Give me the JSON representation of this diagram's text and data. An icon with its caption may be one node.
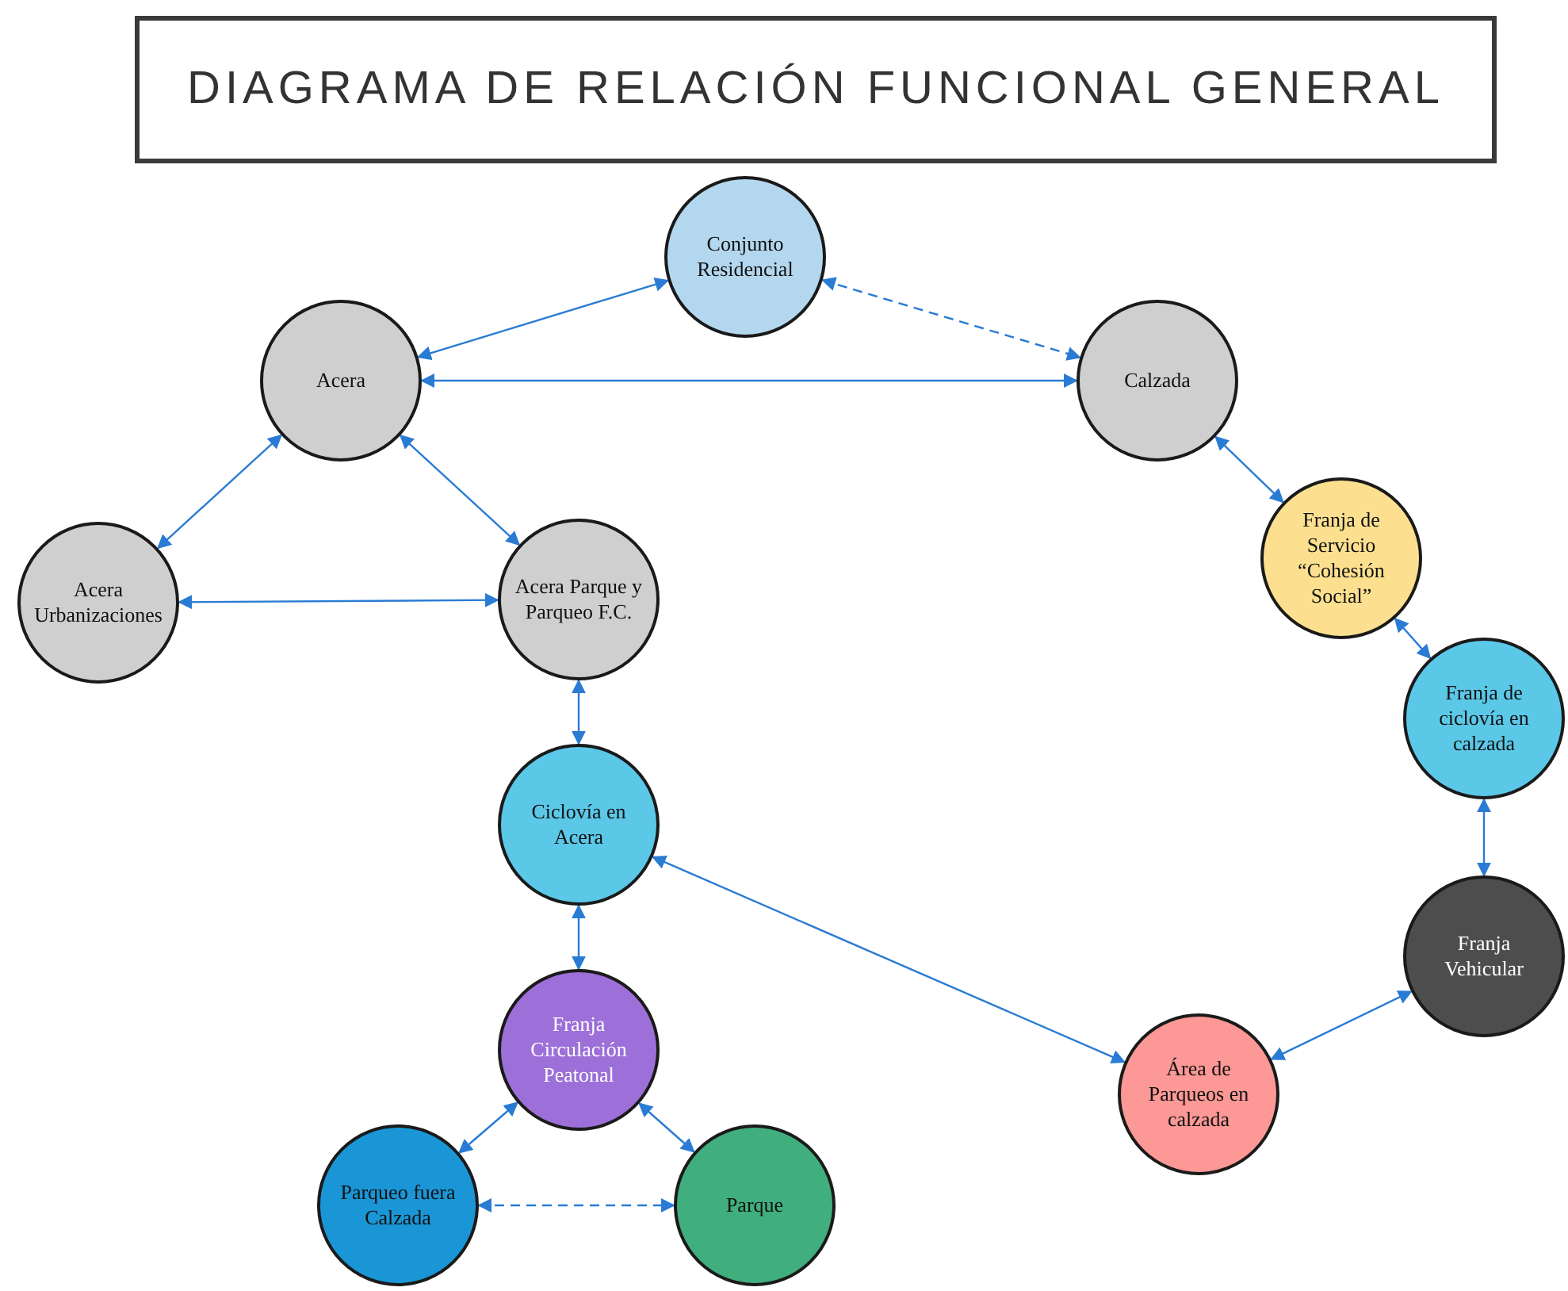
{
  "diagram": {
    "title": "DIAGRAMA DE RELACIÓN FUNCIONAL GENERAL",
    "nodes": [
      {
        "text": [
          "Conjunto Residencial"
        ]
      },
      {
        "text": [
          "Acera"
        ]
      },
      {
        "text": [
          "Calzada"
        ]
      },
      {
        "text": [
          "Acera Urbanizaciones"
        ]
      },
      {
        "text": [
          "Acera Parque y Parqueo F.C."
        ]
      },
      {
        "text": [
          "Franja de Servicio “Cohesión Social”"
        ]
      },
      {
        "text": [
          "Franja de ciclovía en calzada"
        ]
      },
      {
        "text": [
          "Ciclovía en Acera"
        ]
      },
      {
        "text": [
          "Franja Vehicular"
        ]
      },
      {
        "text": [
          "Franja Circulación Peatonal"
        ]
      },
      {
        "text": [
          "Área de Parqueos en calzada"
        ]
      },
      {
        "text": [
          "Parqueo fuera Calzada"
        ]
      },
      {
        "text": [
          "Parque"
        ]
      }
    ],
    "edges": [
      {
        "from": 0,
        "to": 1,
        "arrow": "both"
      },
      {
        "from": 0,
        "to": 2,
        "arrow": "both",
        "style": "dashed"
      },
      {
        "from": 1,
        "to": 2,
        "arrow": "both"
      },
      {
        "from": 1,
        "to": 3,
        "arrow": "both"
      },
      {
        "from": 1,
        "to": 4,
        "arrow": "both"
      },
      {
        "from": 3,
        "to": 4,
        "arrow": "both"
      },
      {
        "from": 4,
        "to": 7,
        "arrow": "both"
      },
      {
        "from": 2,
        "to": 5,
        "arrow": "both"
      },
      {
        "from": 5,
        "to": 6,
        "arrow": "both"
      },
      {
        "from": 6,
        "to": 8,
        "arrow": "both"
      },
      {
        "from": 8,
        "to": 10,
        "arrow": "both"
      },
      {
        "from": 7,
        "to": 10,
        "arrow": "both"
      },
      {
        "from": 7,
        "to": 9,
        "arrow": "both"
      },
      {
        "from": 9,
        "to": 11,
        "arrow": "both"
      },
      {
        "from": 9,
        "to": 12,
        "arrow": "both"
      },
      {
        "from": 11,
        "to": 12,
        "arrow": "both",
        "style": "dashed"
      }
    ]
  }
}
